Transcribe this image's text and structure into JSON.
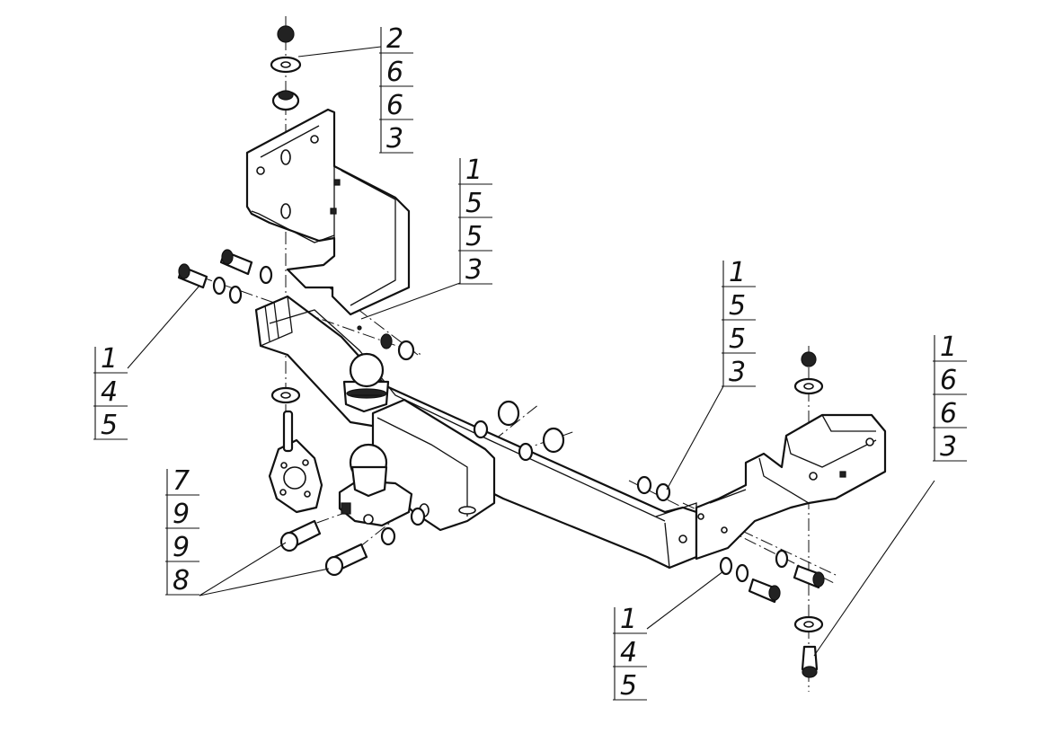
{
  "callouts": [
    {
      "id": "top-left-stack",
      "values": [
        "2",
        "6",
        "6",
        "3"
      ]
    },
    {
      "id": "center-left-stack",
      "values": [
        "1",
        "5",
        "5",
        "3"
      ]
    },
    {
      "id": "left-bolt-stack",
      "values": [
        "1",
        "4",
        "5"
      ]
    },
    {
      "id": "center-right-stack",
      "values": [
        "1",
        "5",
        "5",
        "3"
      ]
    },
    {
      "id": "right-stack",
      "values": [
        "1",
        "6",
        "6",
        "3"
      ]
    },
    {
      "id": "ball-stack",
      "values": [
        "7",
        "9",
        "9",
        "8"
      ]
    },
    {
      "id": "bottom-right-stack",
      "values": [
        "1",
        "4",
        "5"
      ]
    }
  ]
}
